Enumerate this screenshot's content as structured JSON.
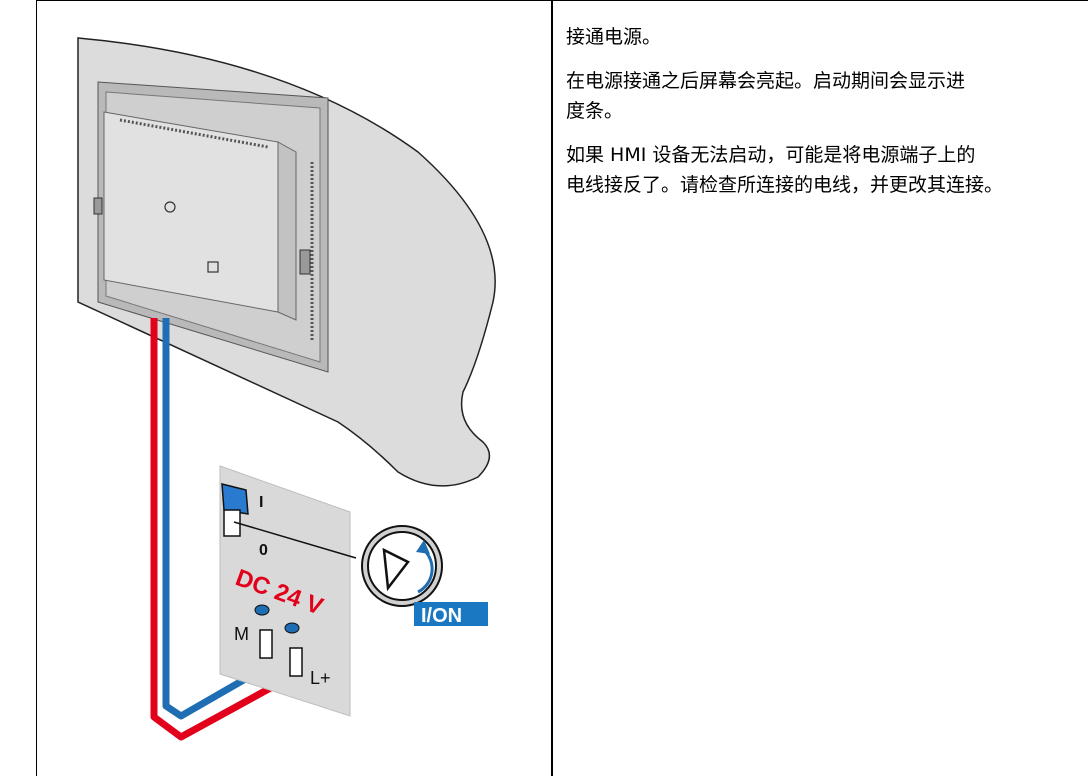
{
  "step": {
    "paragraphs": [
      "接通电源。",
      "在电源接通之后屏幕会亮起。启动期间会显示进度条。",
      "如果 HMI 设备无法启动，可能是将电源端子上的电线接反了。请检查所连接的电线，并更改其连接。"
    ],
    "lines": [
      "接通电源。",
      "在电源接通之后屏幕会亮起。启动期间会显示进",
      "度条。",
      "如果 HMI 设备无法启动，可能是将电源端子上的",
      "电线接反了。请检查所连接的电线，并更改其连接。"
    ]
  },
  "figure": {
    "switch_on_label": "I",
    "switch_off_label": "0",
    "supply_label": "DC 24 V",
    "terminal_minus_label": "M",
    "terminal_plus_label": "L+",
    "callout_label": "I/ON",
    "colors": {
      "wire_positive": "#e2001a",
      "wire_negative": "#1f6db3",
      "panel_gray": "#d9d9d9",
      "wall_gray": "#dcdcdc",
      "callout_blue": "#1a78c2"
    }
  }
}
